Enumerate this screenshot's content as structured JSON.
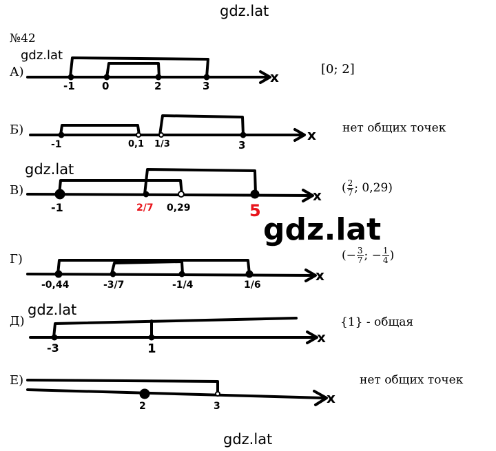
{
  "watermarks": [
    "gdz.lat",
    "gdz.lat",
    "gdz.lat",
    "gdz.lat",
    "gdz.lat",
    "gdz.lat"
  ],
  "problem_number": "№42",
  "rows": [
    {
      "label": "А)",
      "ticks": [
        "-1",
        "0",
        "2",
        "3"
      ],
      "answer": "[0; 2]"
    },
    {
      "label": "Б)",
      "ticks": [
        "-1",
        "0,1",
        "1/3",
        "3"
      ],
      "answer": "нет общих точек"
    },
    {
      "label": "В)",
      "ticks": [
        "-1",
        "2/7",
        "0,29",
        "5"
      ],
      "answer": {
        "open": "(",
        "frac_num": "2",
        "frac_den": "7",
        "rest": "; 0,29)"
      }
    },
    {
      "label": "Г)",
      "ticks": [
        "-0,44",
        "-3/7",
        "-1/4",
        "1/6"
      ],
      "answer": {
        "open": "(−",
        "f1_num": "3",
        "f1_den": "7",
        "mid": "; −",
        "f2_num": "1",
        "f2_den": "4",
        "close": ")"
      }
    },
    {
      "label": "Д)",
      "ticks": [
        "-3",
        "1"
      ],
      "answer": "{1} - общая"
    },
    {
      "label": "Е)",
      "ticks": [
        "2",
        "3"
      ],
      "answer": "нет общих точек"
    }
  ],
  "axis_letter": "x",
  "colors": {
    "ink": "#000000",
    "highlight": "#e8141b"
  }
}
